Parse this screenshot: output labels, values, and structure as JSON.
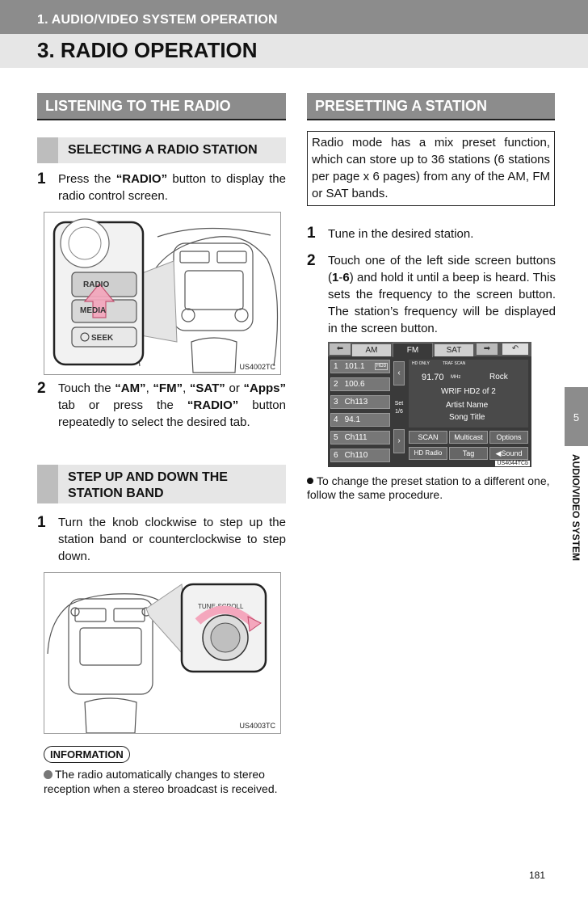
{
  "header": {
    "chapter": "1. AUDIO/VIDEO SYSTEM OPERATION",
    "title": "3. RADIO OPERATION"
  },
  "left": {
    "section_title": "LISTENING TO THE RADIO",
    "sub1_title": "SELECTING A RADIO STATION",
    "step1_num": "1",
    "step1_a": "Press the ",
    "step1_b": "“RADIO”",
    "step1_c": " button to display the radio control screen.",
    "fig1": {
      "radio": "RADIO",
      "media": "MEDIA",
      "seek": "SEEK",
      "label": "US4002TC"
    },
    "step2_num": "2",
    "step2": {
      "p1": "Touch the ",
      "am": "“AM”",
      "s1": ", ",
      "fm": "“FM”",
      "s2": ", ",
      "sat": "“SAT”",
      "s3": " or ",
      "apps": "“Apps”",
      "s4": " tab or press the ",
      "radio": "“RADIO”",
      "s5": " button repeatedly to select the desired tab."
    },
    "sub2_title_l1": "STEP UP AND DOWN THE",
    "sub2_title_l2": "STATION BAND",
    "step3_num": "1",
    "step3": "Turn the knob clockwise to step up the station band or counterclockwise to step down.",
    "fig2": {
      "tune": "TUNE·SCROLL",
      "label": "US4003TC"
    },
    "info_title": "INFORMATION",
    "info_text": "The radio automatically changes to stereo reception when a stereo broadcast is received."
  },
  "right": {
    "section_title": "PRESETTING A STATION",
    "box_text": "Radio mode has a mix preset function, which can store up to 36 stations (6 stations per page x 6 pages) from any of the AM, FM or SAT bands.",
    "step1_num": "1",
    "step1": "Tune in the desired station.",
    "step2_num": "2",
    "step2_a": "Touch one of the left side screen buttons (",
    "step2_b": "1",
    "step2_c": "-",
    "step2_d": "6",
    "step2_e": ") and hold it until a beep is heard. This sets the frequency to the screen button. The station’s frequency will be displayed in the screen button.",
    "screen": {
      "tabs": [
        "AM",
        "FM",
        "SAT"
      ],
      "presets": [
        {
          "n": "1",
          "v": "101.1",
          "badge": "HD3"
        },
        {
          "n": "2",
          "v": "100.6"
        },
        {
          "n": "3",
          "v": "Ch113"
        },
        {
          "n": "4",
          "v": "94.1"
        },
        {
          "n": "5",
          "v": "Ch111"
        },
        {
          "n": "6",
          "v": "Ch110"
        }
      ],
      "set": "Set",
      "page": "1/6",
      "hd_only": "HD ONLY",
      "traf": "TRAF SCAN",
      "freq": "91.70",
      "mhz": "MHz",
      "genre": "Rock",
      "station": "WRIF HD2 of 2",
      "artist": "Artist Name",
      "song": "Song Title",
      "buttons": [
        "SCAN",
        "Multicast",
        "Options",
        "HD Radio",
        "Tag",
        "Sound"
      ],
      "label": "US4044TCb"
    },
    "bullet": "To change the preset station to a different one, follow the same procedure."
  },
  "side": {
    "tab": "5",
    "label": "AUDIO/VIDEO SYSTEM"
  },
  "page_number": "181"
}
